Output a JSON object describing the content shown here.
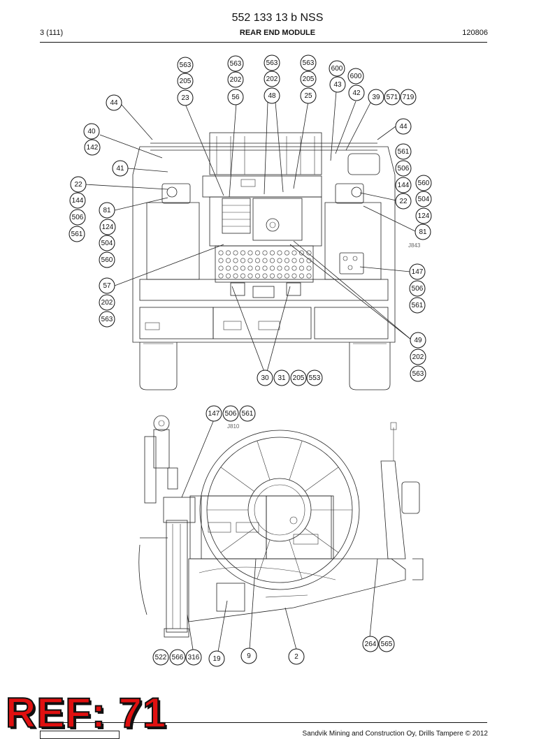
{
  "header": {
    "title": "552 133 13 b NSS",
    "page": "3 (111)",
    "section": "REAR END MODULE",
    "date": "120806"
  },
  "footer": {
    "copyright": "Sandvik Mining and Construction Oy, Drills Tampere © 2012"
  },
  "stamp": "REF: 71",
  "colors": {
    "stamp": "#e01010",
    "ink": "#111111"
  },
  "drawing_codes": {
    "rear_view": "J843",
    "side_view": "J810"
  },
  "callouts": [
    "563",
    "205",
    "23",
    "563",
    "202",
    "56",
    "563",
    "202",
    "48",
    "563",
    "205",
    "25",
    "600",
    "43",
    "600",
    "42",
    "39",
    "571",
    "719",
    "44",
    "40",
    "142",
    "41",
    "22",
    "144",
    "506",
    "561",
    "81",
    "124",
    "504",
    "560",
    "57",
    "202",
    "563",
    "44",
    "561",
    "506",
    "144",
    "560",
    "22",
    "504",
    "124",
    "81",
    "147",
    "506",
    "561",
    "49",
    "202",
    "563",
    "30",
    "31",
    "205",
    "553",
    "147",
    "506",
    "561",
    "264",
    "565",
    "522",
    "566",
    "316",
    "19",
    "9",
    "2"
  ]
}
